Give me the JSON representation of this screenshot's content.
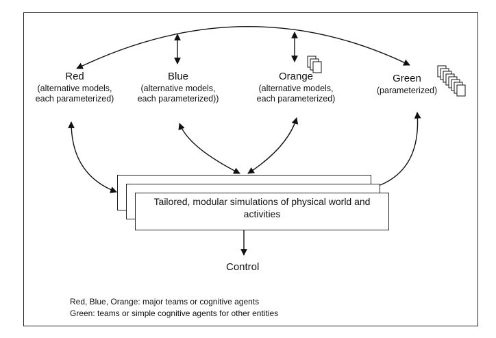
{
  "nodes": {
    "red": {
      "title": "Red",
      "line1": "(alternative models,",
      "line2": "each parameterized)"
    },
    "blue": {
      "title": "Blue",
      "line1": "(alternative models,",
      "line2": "each parameterized))"
    },
    "orange": {
      "title": "Orange",
      "line1": "(alternative models,",
      "line2": "each parameterized)"
    },
    "green": {
      "title": "Green",
      "line1": "(parameterized)"
    }
  },
  "simulation": {
    "line1": "Tailored, modular simulations of physical world and",
    "line2": "activities"
  },
  "control": {
    "label": "Control"
  },
  "legend": {
    "line1": "Red, Blue, Orange: major teams or cognitive agents",
    "line2": "Green: teams or simple cognitive agents for other entities"
  }
}
